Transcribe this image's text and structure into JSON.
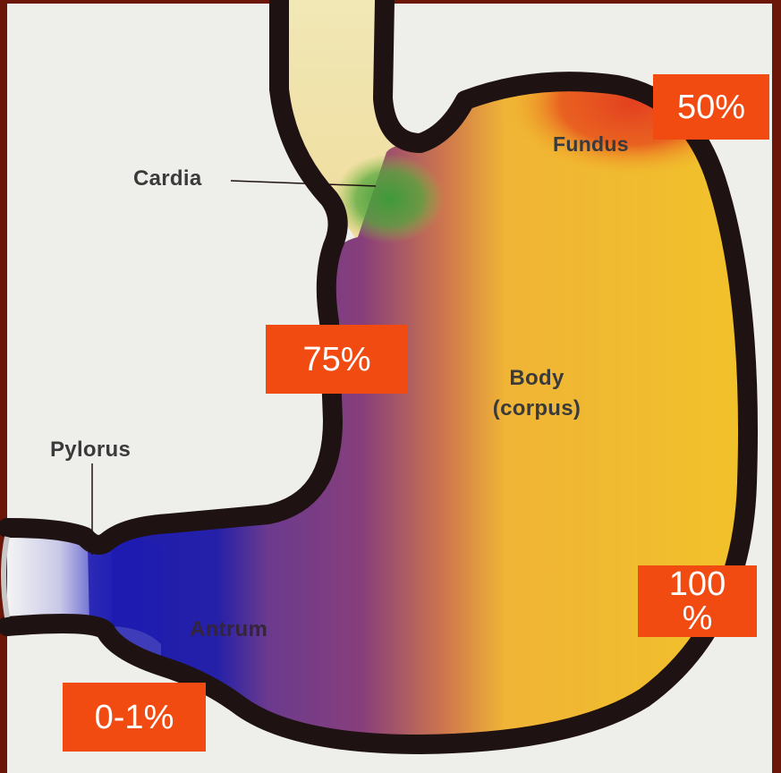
{
  "labels": {
    "cardia": "Cardia",
    "fundus": "Fundus",
    "body_line1": "Body",
    "body_line2": "(corpus)",
    "pylorus": "Pylorus",
    "antrum": "Antrum"
  },
  "percent_boxes": {
    "fundus": "50%",
    "cardia": "75%",
    "body_line1": "100",
    "body_line2": "%",
    "pylorus": "0-1%"
  },
  "colors": {
    "background": "#6b1608",
    "paper": "#eeeeea",
    "box": "#f24b12",
    "fundus_region": "#e5431c",
    "cardia_region": "#3f9a3a",
    "body_region": "#f1c12b",
    "antrum_region": "#7d3a82",
    "pylorus_region": "#1e1cb2",
    "esophagus": "#efe3a6",
    "outline": "#1e1212"
  }
}
